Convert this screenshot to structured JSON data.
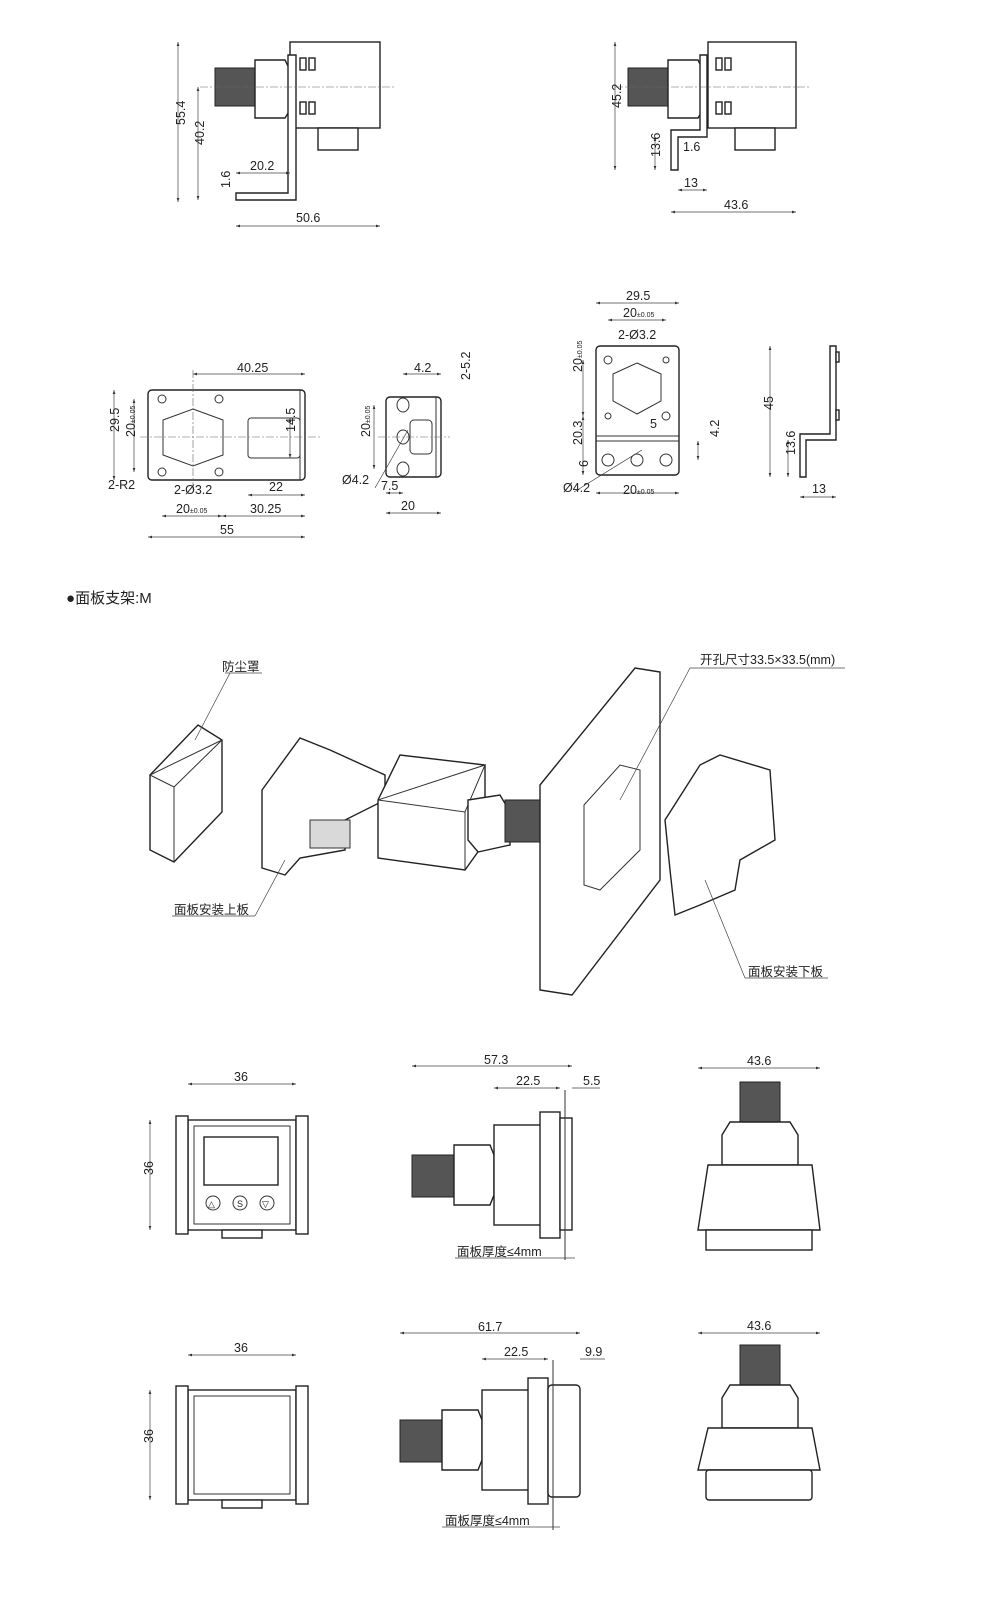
{
  "top_left_view": {
    "h_total": "55.4",
    "h_inner": "40.2",
    "offset": "20.2",
    "thickness": "1.6",
    "width": "50.6"
  },
  "top_right_view": {
    "h_total": "45.2",
    "foot": "13.6",
    "thickness": "1.6",
    "foot_width": "13",
    "width": "43.6"
  },
  "bracket_front": {
    "length_to_center": "40.25",
    "height": "29.5",
    "hole_pitch_v": "20",
    "tol": "±0.05",
    "slot": "14.5",
    "radius": "2-R2",
    "holes": "2-Ø3.2",
    "slot_len": "22",
    "hole_pitch_h": "20",
    "center_offset": "30.25",
    "length": "55"
  },
  "bracket_side": {
    "edge": "4.2",
    "slots": "2-5.2",
    "pitch": "20",
    "tol": "±0.05",
    "hole": "Ø4.2",
    "offset": "7.5",
    "width": "20"
  },
  "bracket_right": {
    "width": "29.5",
    "pitch_top": "20",
    "tol": "±0.05",
    "holes": "2-Ø3.2",
    "pitch_v": "20",
    "gap": "5",
    "foot": "20.3",
    "foot_hole": "4.2",
    "hole_offset": "6",
    "hole": "Ø4.2",
    "pitch_bottom": "20"
  },
  "bracket_profile": {
    "height": "45",
    "foot": "13.6",
    "foot_width": "13"
  },
  "section": {
    "bullet": "●",
    "title": "面板支架:M"
  },
  "exploded": {
    "dust_cover": "防尘罩",
    "cutout": "开孔尺寸33.5×33.5(mm)",
    "upper_plate": "面板安装上板",
    "lower_plate": "面板安装下板"
  },
  "row1": {
    "front_w": "36",
    "front_h": "36",
    "side_total": "57.3",
    "side_mid": "22.5",
    "side_edge": "5.5",
    "panel_note": "面板厚度≤4mm",
    "top_w": "43.6"
  },
  "row2": {
    "front_w": "36",
    "front_h": "36",
    "side_total": "61.7",
    "side_mid": "22.5",
    "side_edge": "9.9",
    "panel_note": "面板厚度≤4mm",
    "top_w": "43.6"
  },
  "display_buttons": {
    "up": "△",
    "set": "S",
    "down": "▽"
  }
}
